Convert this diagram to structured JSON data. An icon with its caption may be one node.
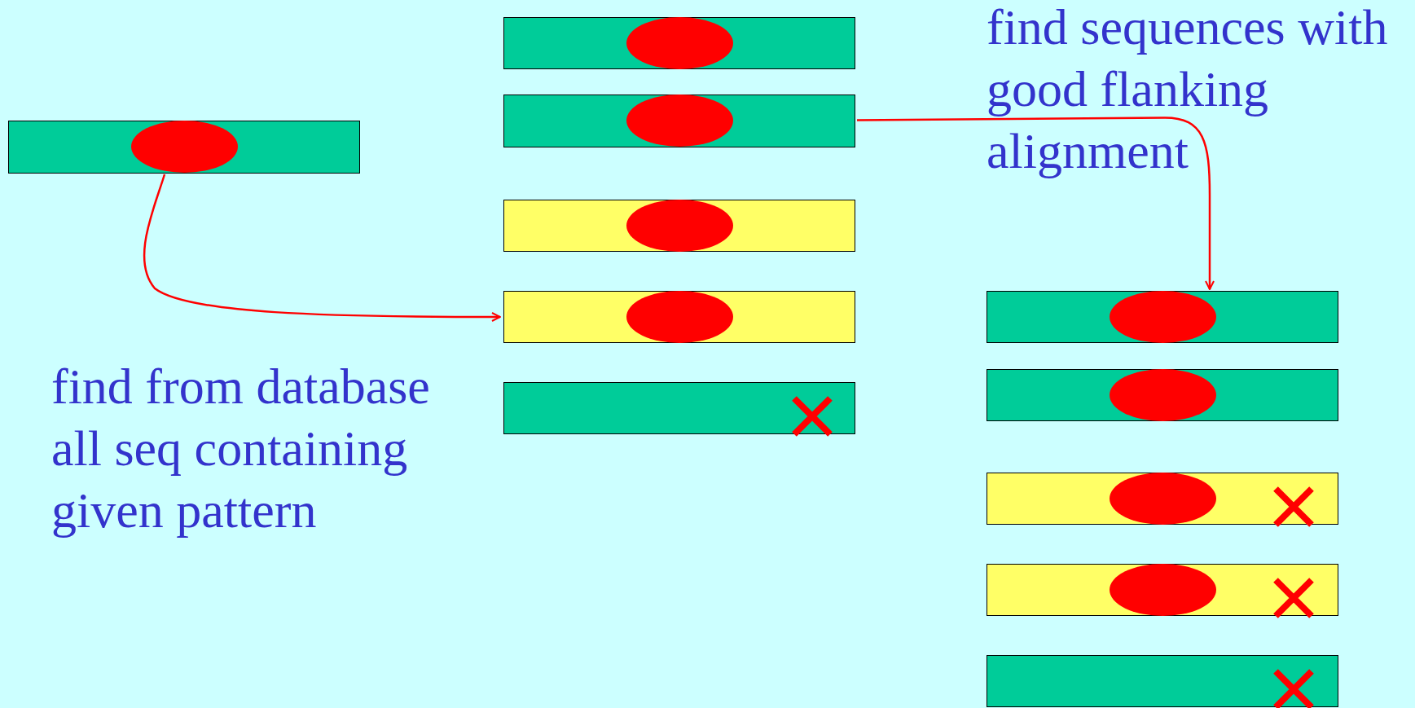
{
  "diagram": {
    "nodes": [
      {
        "text": [],
        "shape": "bar"
      },
      {
        "text": [],
        "shape": "bar"
      },
      {
        "text": [],
        "shape": "bar"
      },
      {
        "text": [],
        "shape": "bar"
      },
      {
        "text": [],
        "shape": "bar"
      },
      {
        "text": [],
        "shape": "bar"
      },
      {
        "text": [],
        "shape": "bar"
      },
      {
        "text": [],
        "shape": "bar"
      },
      {
        "text": [],
        "shape": "bar"
      },
      {
        "text": [],
        "shape": "bar"
      },
      {
        "text": [],
        "shape": "bar"
      }
    ],
    "edges": [
      {
        "from": 0,
        "to": 4,
        "arrow": "to"
      },
      {
        "from": 2,
        "to": 6,
        "arrow": "to"
      }
    ],
    "labels": [
      "find from database all seq containing given pattern",
      "find sequences with good flanking alignment"
    ]
  }
}
